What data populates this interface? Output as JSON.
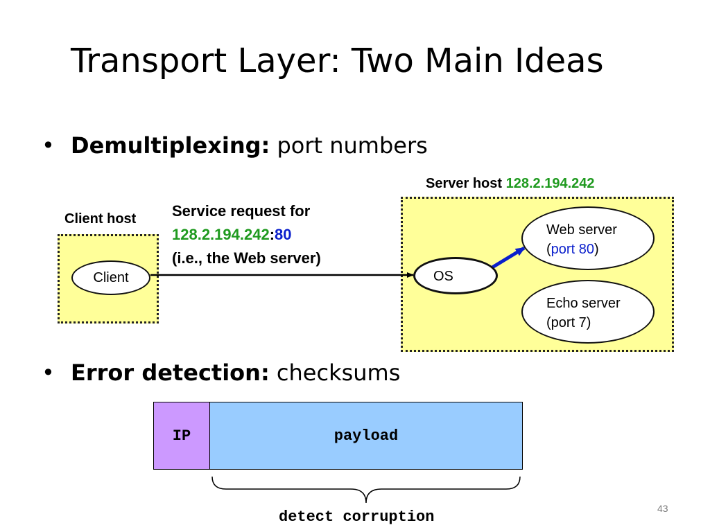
{
  "slide": {
    "title": "Transport Layer: Two Main Ideas",
    "page_number": "43"
  },
  "bullets": [
    {
      "bullet_glyph": "•",
      "bold": "Demultiplexing:",
      "rest": " port numbers"
    },
    {
      "bullet_glyph": "•",
      "bold": "Error detection:",
      "rest": " checksums"
    }
  ],
  "demux_diagram": {
    "server_host_label": "Server host",
    "server_ip": "128.2.194.242",
    "client_host_label": "Client host",
    "client_label": "Client",
    "request": {
      "line1": "Service request for",
      "ip": "128.2.194.242",
      "colon": ":",
      "port": "80",
      "line3": "(i.e., the Web server)"
    },
    "os_label": "OS",
    "web_server": {
      "name": "Web server",
      "open_paren": "(",
      "port": "port 80",
      "close_paren": ")"
    },
    "echo_server": {
      "name": "Echo server",
      "port": "(port 7)"
    },
    "colors": {
      "host_fill": "#ffff99",
      "ip_green": "#1f9a1f",
      "port_blue": "#0a1fcc",
      "arrow_blue": "#0a1fcc"
    }
  },
  "packet_diagram": {
    "ip_label": "IP",
    "payload_label": "payload",
    "brace_label": "detect corruption",
    "colors": {
      "ip_fill": "#cc99ff",
      "payload_fill": "#99ccff"
    }
  }
}
